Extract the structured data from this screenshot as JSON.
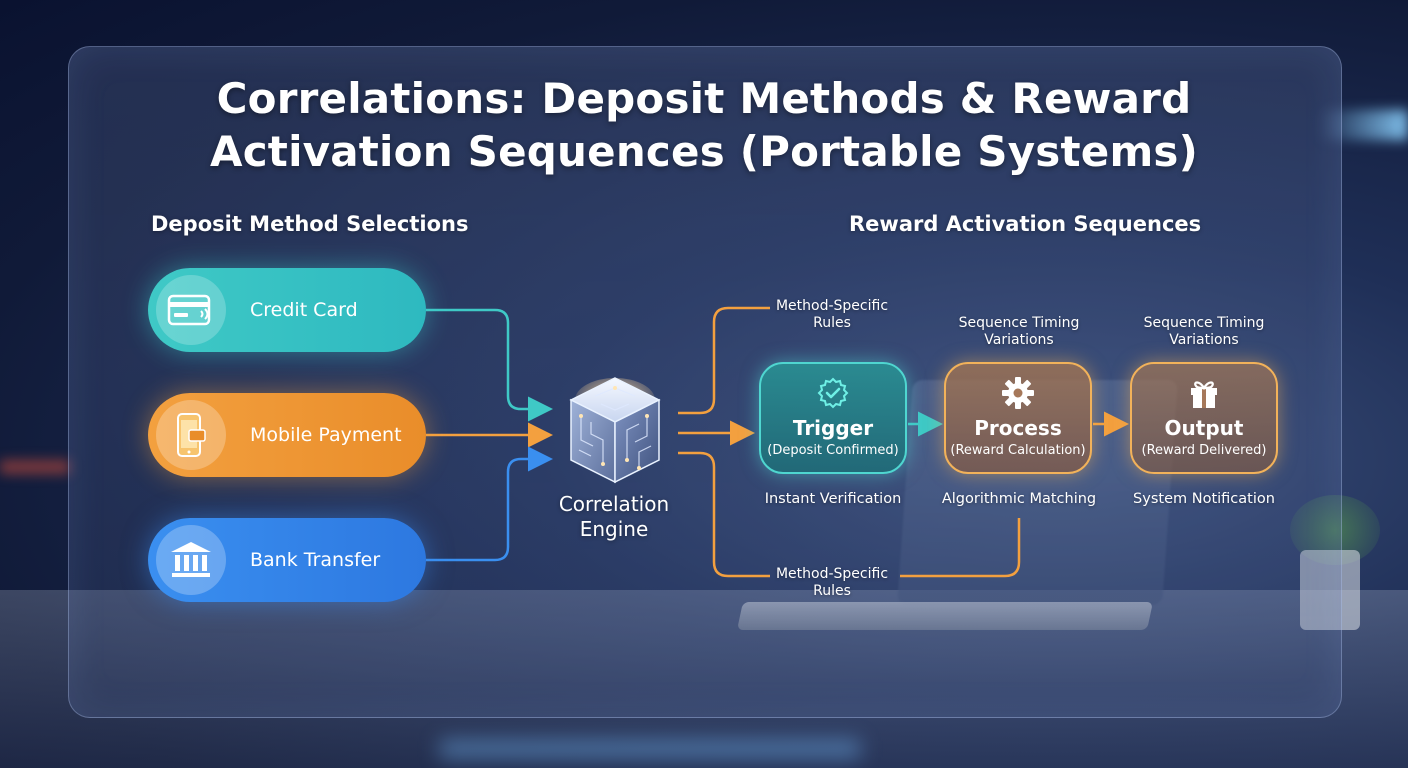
{
  "title_line1": "Correlations: Deposit Methods & Reward",
  "title_line2": "Activation Sequences (Portable Systems)",
  "left_heading": "Deposit Method Selections",
  "right_heading": "Reward Activation Sequences",
  "deposit_methods": [
    {
      "label": "Credit Card",
      "icon": "credit-card-icon",
      "color": "#3fc9c6"
    },
    {
      "label": "Mobile Payment",
      "icon": "mobile-phone-icon",
      "color": "#f3a03f"
    },
    {
      "label": "Bank Transfer",
      "icon": "bank-icon",
      "color": "#3a8ff0"
    }
  ],
  "engine": {
    "line1": "Correlation",
    "line2": "Engine",
    "icon": "cube-circuit-icon"
  },
  "rules_top": {
    "line1": "Method-Specific",
    "line2": "Rules"
  },
  "rules_bottom": {
    "line1": "Method-Specific",
    "line2": "Rules"
  },
  "timing_1": {
    "line1": "Sequence Timing",
    "line2": "Variations"
  },
  "timing_2": {
    "line1": "Sequence Timing",
    "line2": "Variations"
  },
  "stages": [
    {
      "title": "Trigger",
      "subtitle": "(Deposit Confirmed)",
      "caption": "Instant Verification",
      "icon": "check-badge-icon",
      "color": "#4fd6d0"
    },
    {
      "title": "Process",
      "subtitle": "(Reward Calculation)",
      "caption": "Algorithmic Matching",
      "icon": "gear-icon",
      "color": "#f2b25a"
    },
    {
      "title": "Output",
      "subtitle": "(Reward Delivered)",
      "caption": "System Notification",
      "icon": "gift-icon",
      "color": "#f2b25a"
    }
  ]
}
